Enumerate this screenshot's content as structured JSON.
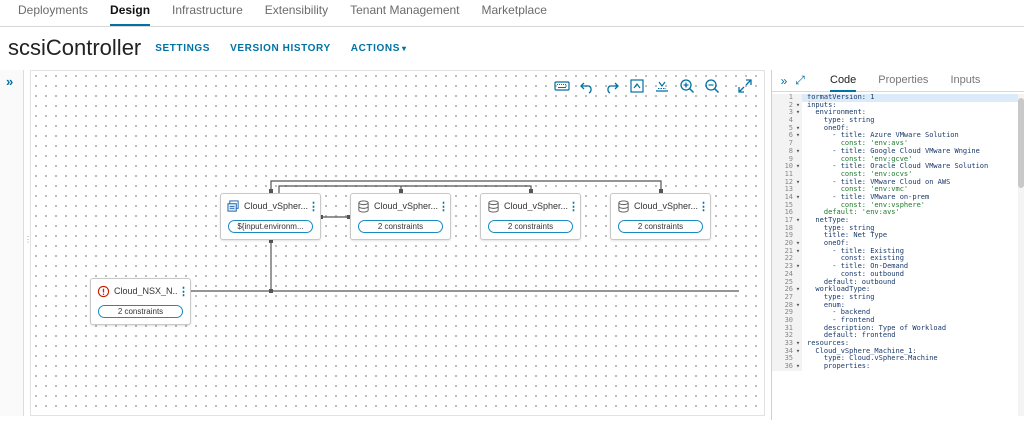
{
  "nav": {
    "tabs": [
      "Deployments",
      "Design",
      "Infrastructure",
      "Extensibility",
      "Tenant Management",
      "Marketplace"
    ],
    "active": "Design"
  },
  "header": {
    "title": "scsiController",
    "settings": "SETTINGS",
    "version_history": "VERSION HISTORY",
    "actions": "ACTIONS"
  },
  "canvas": {
    "nodes": [
      {
        "label": "Cloud_vSpher...",
        "pill": "${input.environm...",
        "icon": "vm-icon"
      },
      {
        "label": "Cloud_vSpher...",
        "pill": "2 constraints",
        "icon": "disk-icon"
      },
      {
        "label": "Cloud_vSpher...",
        "pill": "2 constraints",
        "icon": "disk-icon"
      },
      {
        "label": "Cloud_vSpher...",
        "pill": "2 constraints",
        "icon": "disk-icon"
      },
      {
        "label": "Cloud_NSX_N...",
        "pill": "2 constraints",
        "icon": "network-icon"
      }
    ]
  },
  "panel": {
    "tabs": [
      "Code",
      "Properties",
      "Inputs"
    ],
    "active": "Code",
    "lines": [
      {
        "n": "1",
        "f": "",
        "t": "formatVersion: 1"
      },
      {
        "n": "2",
        "f": "▾",
        "t": "inputs:"
      },
      {
        "n": "3",
        "f": "▾",
        "t": "  environment:"
      },
      {
        "n": "4",
        "f": "",
        "t": "    type: string"
      },
      {
        "n": "5",
        "f": "▾",
        "t": "    oneOf:"
      },
      {
        "n": "6",
        "f": "▾",
        "t": "      - title: Azure VMware Solution"
      },
      {
        "n": "7",
        "f": "",
        "t": "        const: 'env:avs'"
      },
      {
        "n": "8",
        "f": "▾",
        "t": "      - title: Google Cloud VMware Wngine"
      },
      {
        "n": "9",
        "f": "",
        "t": "        const: 'env:gcve'"
      },
      {
        "n": "10",
        "f": "▾",
        "t": "      - title: Oracle Cloud VMware Solution"
      },
      {
        "n": "11",
        "f": "",
        "t": "        const: 'env:ocvs'"
      },
      {
        "n": "12",
        "f": "▾",
        "t": "      - title: VMware Cloud on AWS"
      },
      {
        "n": "13",
        "f": "",
        "t": "        const: 'env:vmc'"
      },
      {
        "n": "14",
        "f": "▾",
        "t": "      - title: VMware on-prem"
      },
      {
        "n": "15",
        "f": "",
        "t": "        const: 'env:vsphere'"
      },
      {
        "n": "16",
        "f": "",
        "t": "    default: 'env:avs'"
      },
      {
        "n": "17",
        "f": "▾",
        "t": "  netType:"
      },
      {
        "n": "18",
        "f": "",
        "t": "    type: string"
      },
      {
        "n": "19",
        "f": "",
        "t": "    title: Net Type"
      },
      {
        "n": "20",
        "f": "▾",
        "t": "    oneOf:"
      },
      {
        "n": "21",
        "f": "▾",
        "t": "      - title: Existing"
      },
      {
        "n": "22",
        "f": "",
        "t": "        const: existing"
      },
      {
        "n": "23",
        "f": "▾",
        "t": "      - title: On-Demand"
      },
      {
        "n": "24",
        "f": "",
        "t": "        const: outbound"
      },
      {
        "n": "25",
        "f": "",
        "t": "    default: outbound"
      },
      {
        "n": "26",
        "f": "▾",
        "t": "  workloadType:"
      },
      {
        "n": "27",
        "f": "",
        "t": "    type: string"
      },
      {
        "n": "28",
        "f": "▾",
        "t": "    enum:"
      },
      {
        "n": "29",
        "f": "",
        "t": "      - backend"
      },
      {
        "n": "30",
        "f": "",
        "t": "      - frontend"
      },
      {
        "n": "31",
        "f": "",
        "t": "    description: Type of Workload"
      },
      {
        "n": "32",
        "f": "",
        "t": "    default: frontend"
      },
      {
        "n": "33",
        "f": "▾",
        "t": "resources:"
      },
      {
        "n": "34",
        "f": "▾",
        "t": "  Cloud_vSphere_Machine_1:"
      },
      {
        "n": "35",
        "f": "",
        "t": "    type: Cloud.vSphere.Machine"
      },
      {
        "n": "36",
        "f": "▾",
        "t": "    properties:"
      }
    ]
  },
  "colors": {
    "accent": "#0072a3",
    "pill_border": "#1a8bc2",
    "string": "#1b7a2a",
    "key": "#1a3a6b",
    "error": "#c92100"
  }
}
